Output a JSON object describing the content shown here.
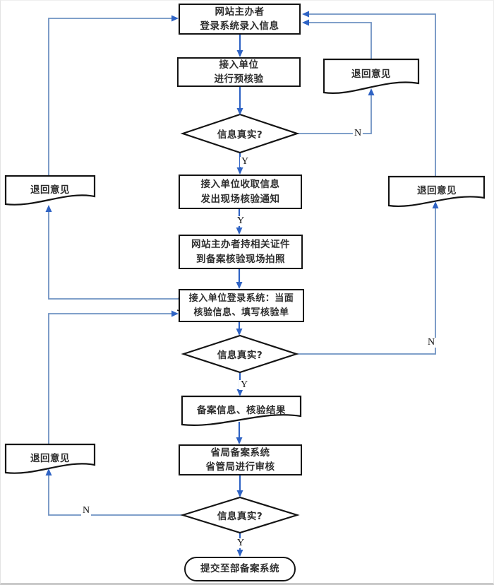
{
  "labels": {
    "yes": "Y",
    "no": "N"
  },
  "colors": {
    "main_arrow": "#2f63c4",
    "feedback_line": "#6f92c2",
    "shape_border": "#141414",
    "text": "#2e2e2e",
    "background": "#ffffff"
  },
  "nodes": {
    "owner_entry": {
      "line1": "网站主办者",
      "line2": "登录系统录入信息"
    },
    "access_precheck": {
      "line1": "接入单位",
      "line2": "进行预核验"
    },
    "decision_precheck": {
      "label": "信息真实?"
    },
    "feedback_top_right": {
      "label": "退回意见"
    },
    "feedback_top_left": {
      "label": "退回意见"
    },
    "feedback_mid_right": {
      "label": "退回意见"
    },
    "feedback_bottom_left": {
      "label": "退回意见"
    },
    "collect_notify": {
      "line1": "接入单位收取信息",
      "line2": "发出现场核验通知"
    },
    "owner_onsite": {
      "line1": "网站主办者持相关证件",
      "line2": "到备案核验现场拍照"
    },
    "access_verify": {
      "line1": "接入单位登录系统：当面",
      "line2": "核验信息、填写核验单"
    },
    "decision_onsite": {
      "label": "信息真实?"
    },
    "record_result": {
      "label": "备案信息、核验结果"
    },
    "provincial_review": {
      "line1": "省局备案系统",
      "line2": "省管局进行审核"
    },
    "decision_review": {
      "label": "信息真实?"
    },
    "submit_final": {
      "label": "提交至部备案系统"
    }
  }
}
